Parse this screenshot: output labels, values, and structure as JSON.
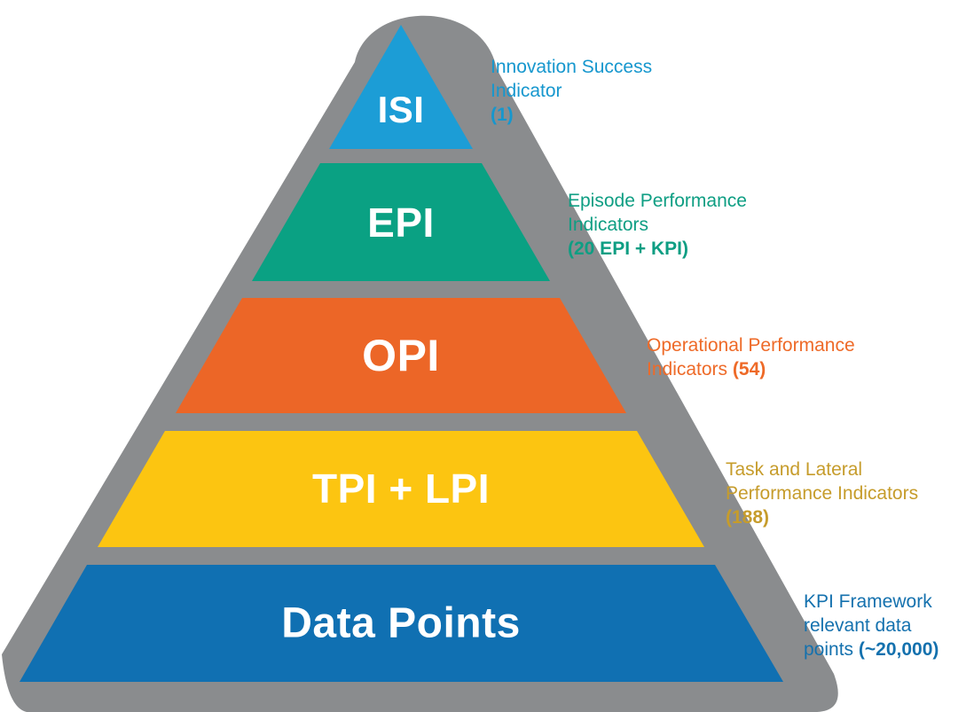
{
  "pyramid": {
    "shadow_color": "#8A8C8E",
    "levels": [
      {
        "id": "isi",
        "band_label": "ISI",
        "band_color": "#1C9DD6",
        "label_color": "#1697CE",
        "desc_line1": "Innovation Success",
        "desc_line2": "Indicator",
        "count": "(1)"
      },
      {
        "id": "epi",
        "band_label": "EPI",
        "band_color": "#0AA183",
        "label_color": "#0E9E83",
        "desc_line1": "Episode Performance",
        "desc_line2": "Indicators",
        "count": "(20 EPI + KPI)"
      },
      {
        "id": "opi",
        "band_label": "OPI",
        "band_color": "#EC6627",
        "label_color": "#EE6A28",
        "desc_line1": "Operational Performance",
        "desc_line2": "Indicators",
        "count": "(54)"
      },
      {
        "id": "tpi",
        "band_label": "TPI + LPI",
        "band_color": "#FCC511",
        "label_color": "#C69C2B",
        "desc_line1": "Task and Lateral",
        "desc_line2": "Performance Indicators",
        "count": "(188)"
      },
      {
        "id": "data_points",
        "band_label": "Data Points",
        "band_color": "#1070B2",
        "label_color": "#1471AE",
        "desc_line1": "KPI Framework",
        "desc_line2": "relevant data",
        "desc_line3": "points",
        "count": "(~20,000)"
      }
    ]
  }
}
